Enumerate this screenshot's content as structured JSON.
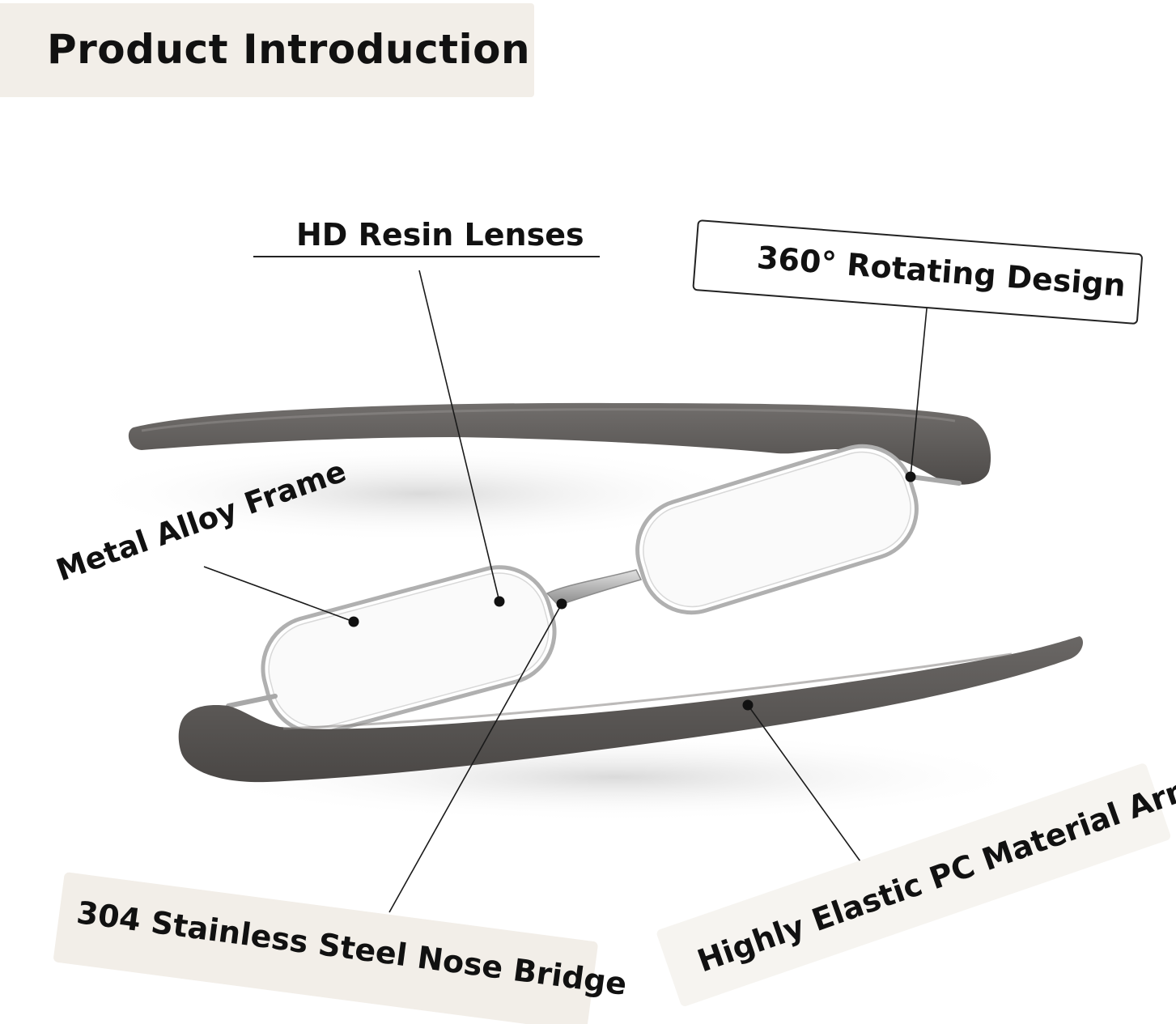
{
  "header": {
    "title": "Product Introduction"
  },
  "labels": {
    "lenses": "HD Resin Lenses",
    "rotating": "360° Rotating Design",
    "frame": "Metal Alloy Frame",
    "bridge": "304 Stainless Steel Nose Bridge",
    "arm": "Highly Elastic PC Material Arm"
  },
  "colors": {
    "title_box": "#f2eee8",
    "bridge_box": "#f2eee8",
    "arm_box": "#f6f4f0",
    "arm_gray": "#5b5856",
    "frame_silver": "#b4b4b4",
    "text": "#111111"
  }
}
